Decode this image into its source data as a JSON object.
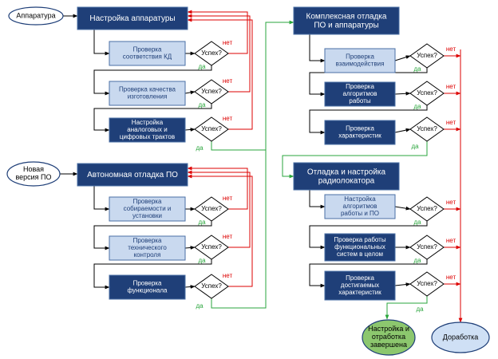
{
  "colors": {
    "dark_box": "#1f3f78",
    "light_box": "#c9d9ef",
    "light_box_text": "#1f3f78",
    "box_border": "#4a6fa5",
    "arrow_black": "#000000",
    "arrow_red": "#dd0000",
    "arrow_green": "#2aa63c",
    "ellipse_blue": "#cfe0f5",
    "ellipse_green": "#8cc76e"
  },
  "labels": {
    "yes": "да",
    "no": "нет",
    "success": "Успех?"
  },
  "start_nodes": {
    "hardware": "Аппаратура",
    "new_software": [
      "Новая",
      "версия ПО"
    ]
  },
  "end_nodes": {
    "done": [
      "Настройка и",
      "отработка",
      "завершена"
    ],
    "rework": "Доработка"
  },
  "groups": [
    {
      "title": [
        "Настройка аппаратуры"
      ],
      "steps": [
        [
          "Проверка",
          "соответствия КД"
        ],
        [
          "Проверка качества",
          "изготовления"
        ],
        [
          "Настройка",
          "аналоговых и",
          "цифровых трактов"
        ]
      ]
    },
    {
      "title": [
        "Автономная отладка ПО"
      ],
      "steps": [
        [
          "Проверка",
          "собираемости и",
          "установки"
        ],
        [
          "Проверка",
          "технического",
          "контроля"
        ],
        [
          "Проверка",
          "функционала"
        ]
      ]
    },
    {
      "title": [
        "Комплексная отладка",
        "ПО и аппаратуры"
      ],
      "steps": [
        [
          "Проверка",
          "взаимодействия"
        ],
        [
          "Проверка",
          "алгоритмов",
          "работы"
        ],
        [
          "Проверка",
          "характеристик"
        ]
      ]
    },
    {
      "title": [
        "Отладка и настройка",
        "радиолокатора"
      ],
      "steps": [
        [
          "Настройка",
          "алгоритмов",
          "работы и ПО"
        ],
        [
          "Проверка работы",
          "функциональных",
          "систем в целом"
        ],
        [
          "Проверка",
          "достигаемых",
          "характеристик"
        ]
      ]
    }
  ]
}
